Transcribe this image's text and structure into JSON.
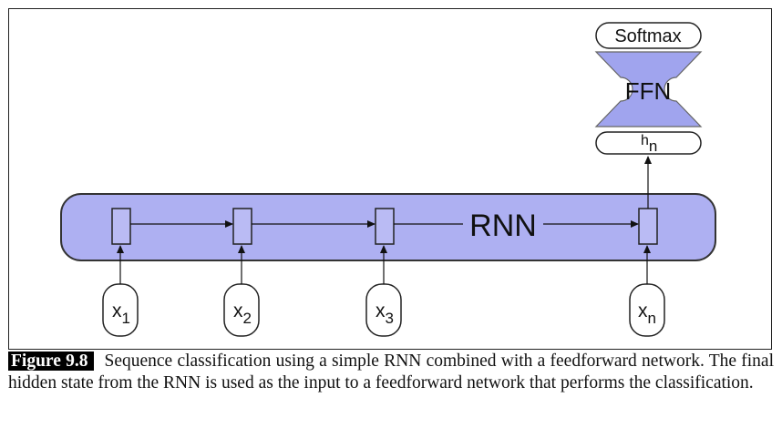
{
  "diagram": {
    "rnn_label": "RNN",
    "ffn_label": "FFN",
    "softmax_label": "Softmax",
    "hidden_label": {
      "base": "h",
      "sub": "n"
    },
    "inputs": [
      {
        "base": "x",
        "sub": "1"
      },
      {
        "base": "x",
        "sub": "2"
      },
      {
        "base": "x",
        "sub": "3"
      },
      {
        "base": "x",
        "sub": "n"
      }
    ],
    "colors": {
      "rnn_fill": "#aeb0f2",
      "ffn_fill": "#a0a4ee",
      "stroke": "#333333"
    }
  },
  "caption": {
    "label": "Figure 9.8",
    "text": "Sequence classification using a simple RNN combined with a feedforward network. The final hidden state from the RNN is used as the input to a feedforward network that performs the classification."
  }
}
